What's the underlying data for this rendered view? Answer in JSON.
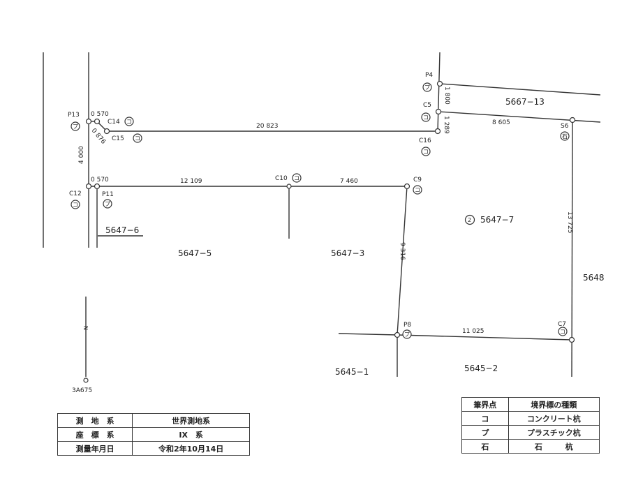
{
  "points": {
    "P13": "P13",
    "C14": "C14",
    "C15": "C15",
    "C12": "C12",
    "P11": "P11",
    "C10": "C10",
    "C9": "C9",
    "P4": "P4",
    "C5": "C5",
    "C16": "C16",
    "S6": "S6",
    "P8": "P8",
    "C7": "C7",
    "ref": "3A675"
  },
  "marks": {
    "concrete": "コ",
    "plastic": "プ",
    "stone": "石"
  },
  "distances": {
    "d1": "0 570",
    "d2": "0 876",
    "d3": "4 000",
    "d4": "20 823",
    "d5": "0 570",
    "d6": "12 109",
    "d7": "7 460",
    "d8": "1 800",
    "d9": "1 289",
    "d10": "8 605",
    "d11": "13 725",
    "d12": "9 316",
    "d13": "11 025"
  },
  "lots": {
    "l1": "5667−13",
    "l2": "5647−6",
    "l3": "5647−5",
    "l4": "5647−3",
    "l5": "5647−7",
    "l5num": "2",
    "l6": "5648",
    "l7": "5645−1",
    "l8": "5645−2"
  },
  "north": "N",
  "info_table": [
    [
      "測　地　系",
      "世界測地系"
    ],
    [
      "座　標　系",
      "IX　系"
    ],
    [
      "測量年月日",
      "令和2年10月14日"
    ]
  ],
  "legend_table": {
    "header": [
      "筆界点",
      "境界標の種類"
    ],
    "rows": [
      [
        "コ",
        "コンクリート杭"
      ],
      [
        "プ",
        "プラスチック杭"
      ],
      [
        "石",
        "石　　　杭"
      ]
    ]
  }
}
